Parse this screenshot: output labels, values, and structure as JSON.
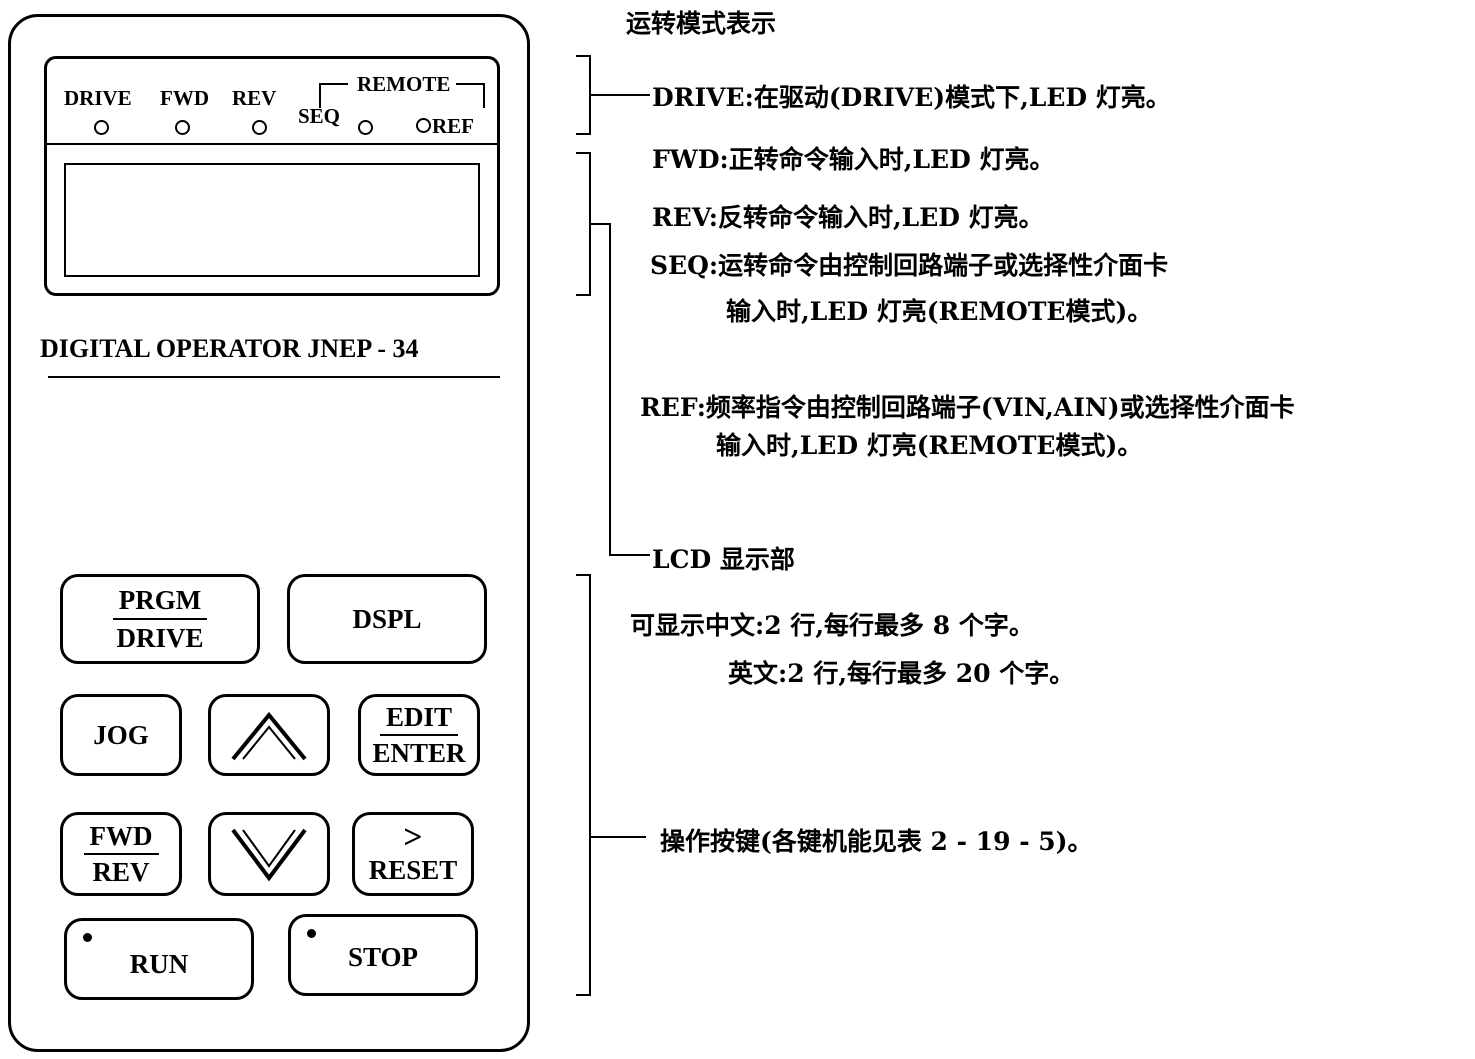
{
  "panel": {
    "leds": {
      "drive": "DRIVE",
      "fwd": "FWD",
      "rev": "REV",
      "remote": "REMOTE",
      "seq": "SEQ",
      "ref": "REF"
    },
    "model_name": "DIGITAL OPERATOR JNEP - 34",
    "keys": {
      "prgm": "PRGM",
      "drive": "DRIVE",
      "dspl": "DSPL",
      "jog": "JOG",
      "up": "",
      "edit": "EDIT",
      "enter": "ENTER",
      "fwd": "FWD",
      "rev": "REV",
      "down": "",
      "shift": ">",
      "reset": "RESET",
      "run": "RUN",
      "stop": "STOP"
    }
  },
  "annotations": {
    "mode_title": "运转模式表示",
    "drive": "DRIVE:在驱动(DRIVE)模式下,LED 灯亮。",
    "fwd": "FWD:正转命令输入时,LED 灯亮。",
    "rev": "REV:反转命令输入时,LED 灯亮。",
    "seq_line1": "SEQ:运转命令由控制回路端子或选择性介面卡",
    "seq_line2": "输入时,LED 灯亮(REMOTE模式)。",
    "ref_line1": "REF:频率指令由控制回路端子(VIN,AIN)或选择性介面卡",
    "ref_line2": "输入时,LED 灯亮(REMOTE模式)。",
    "lcd": "LCD 显示部",
    "lcd_cn": "可显示中文:2 行,每行最多 8 个字。",
    "lcd_en": "英文:2 行,每行最多 20 个字。",
    "keys": "操作按键(各键机能见表 2 - 19 - 5)。"
  }
}
